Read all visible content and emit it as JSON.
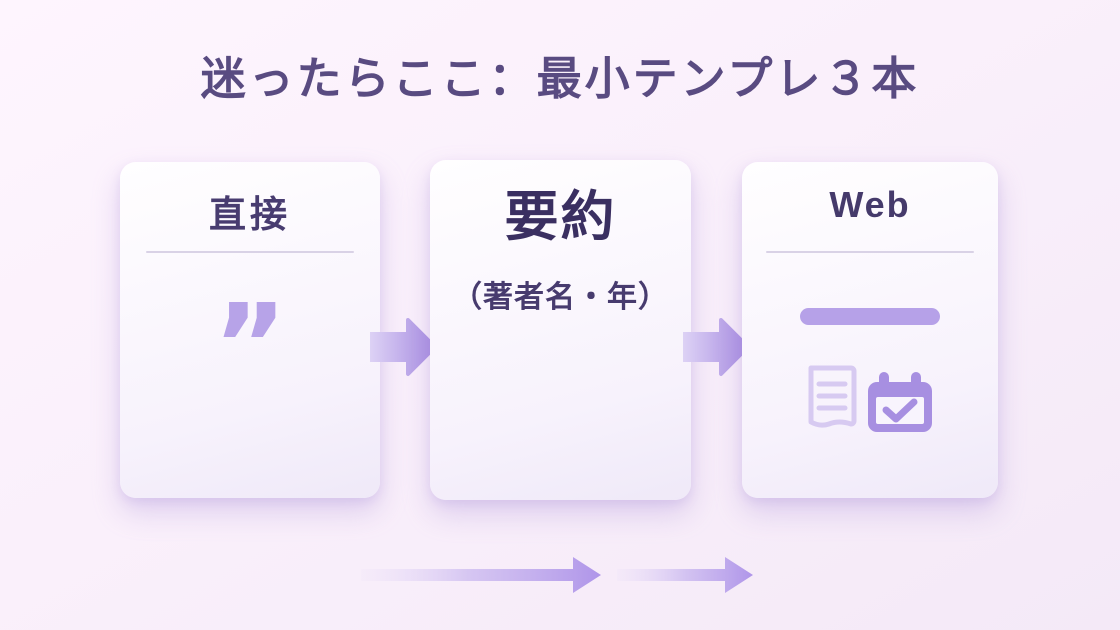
{
  "title": "迷ったらここ：最小テンプレ３本",
  "cards": [
    {
      "id": "direct",
      "title": "直接",
      "icon": "quote-icon",
      "icon_glyph": "”"
    },
    {
      "id": "summary",
      "title": "要約",
      "subtitle": "（著者名・年）"
    },
    {
      "id": "web",
      "title": "Web",
      "icons": [
        "highlight-bar",
        "document-icon",
        "calendar-check-icon"
      ]
    }
  ],
  "flow": {
    "arrows_between_cards": 2,
    "arrows_bottom": 2,
    "direction": "left-to-right"
  },
  "colors": {
    "background": "#f9effa",
    "title_text": "#594b81",
    "card_heading_text": "#473b6e",
    "summary_heading_text": "#3a2f61",
    "accent_purple": "#a78ce1",
    "light_purple": "#d7caf1",
    "quote_purple": "#b7a3e8",
    "card_background": "#fbf8fe"
  }
}
